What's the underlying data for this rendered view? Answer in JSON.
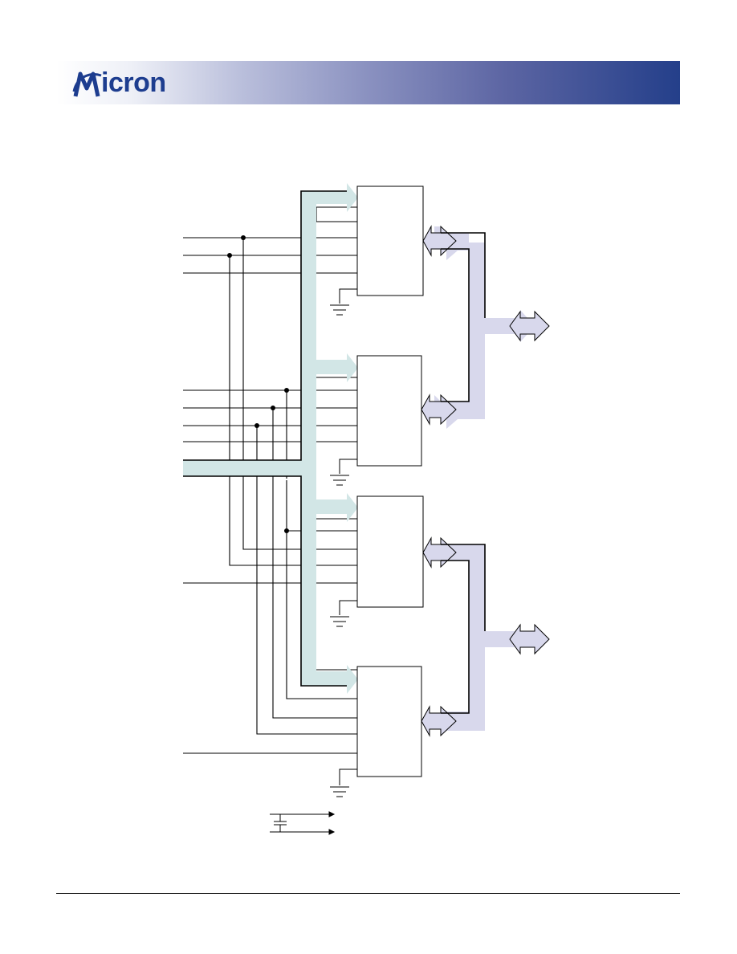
{
  "header": {
    "logo_text": "icron",
    "brand_color": "#1d3d8f",
    "banner_gradient_end": "#243f8a"
  },
  "diagram": {
    "bus_fill": "#d2e6e6",
    "data_bus_fill": "#d8d8ec",
    "line_color": "#000000",
    "chips": 4,
    "ground_symbols": 4,
    "bidirectional_bus_groups": 2
  }
}
